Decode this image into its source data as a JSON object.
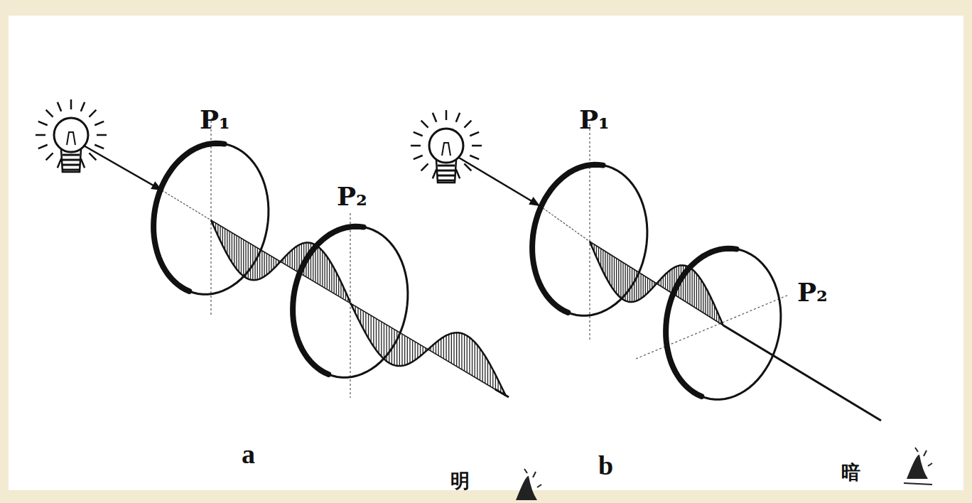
{
  "diagram": {
    "labels": [
      "P₁",
      "P₂",
      "明",
      "a",
      "P₁",
      "P₂",
      "暗",
      "b"
    ]
  }
}
